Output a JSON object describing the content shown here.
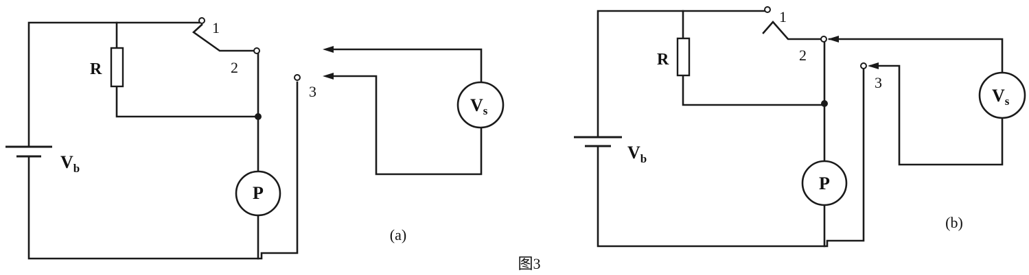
{
  "figure_caption": "图3",
  "panel_a": {
    "caption": "(a)",
    "battery": {
      "label": "V",
      "subscript": "b"
    },
    "resistor": "R",
    "meter_p": "P",
    "meter_vs": {
      "label": "V",
      "subscript": "s"
    },
    "terminals": [
      "1",
      "2",
      "3"
    ]
  },
  "panel_b": {
    "caption": "(b)",
    "battery": {
      "label": "V",
      "subscript": "b"
    },
    "resistor": "R",
    "meter_p": "P",
    "meter_vs": {
      "label": "V",
      "subscript": "s"
    },
    "terminals": [
      "1",
      "2",
      "3"
    ]
  }
}
